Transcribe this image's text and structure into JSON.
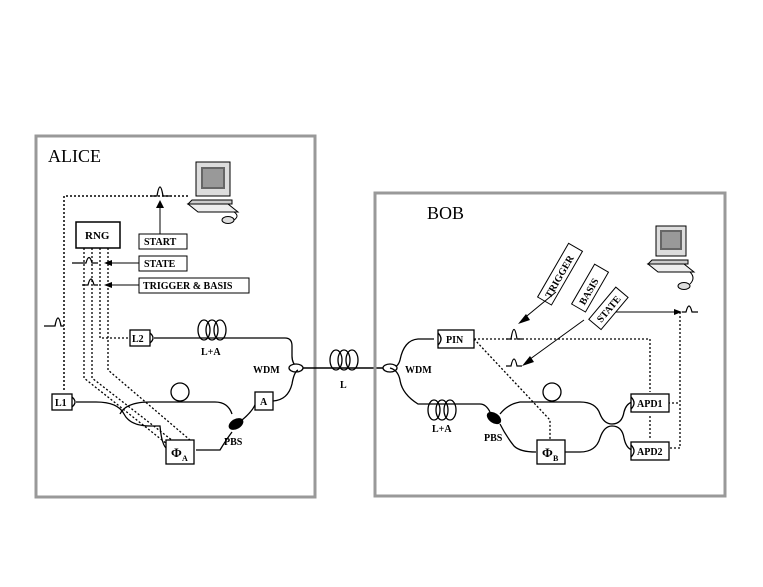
{
  "alice": {
    "title": "ALICE",
    "rng": "RNG",
    "start": "START",
    "state": "STATE",
    "trigger_basis": "TRIGGER & BASIS",
    "l1": "L1",
    "l2": "L2",
    "l_plus_a": "L+A",
    "wdm": "WDM",
    "attenuator": "A",
    "pbs": "PBS",
    "phi": "Φ",
    "phi_sub": "A"
  },
  "link": {
    "fiber": "L"
  },
  "bob": {
    "title": "BOB",
    "trigger": "TRIGGER",
    "basis": "BASIS",
    "state": "STATE",
    "pin": "PIN",
    "wdm": "WDM",
    "l_plus_a": "L+A",
    "pbs": "PBS",
    "phi": "Φ",
    "phi_sub": "B",
    "apd1": "APD1",
    "apd2": "APD2"
  }
}
